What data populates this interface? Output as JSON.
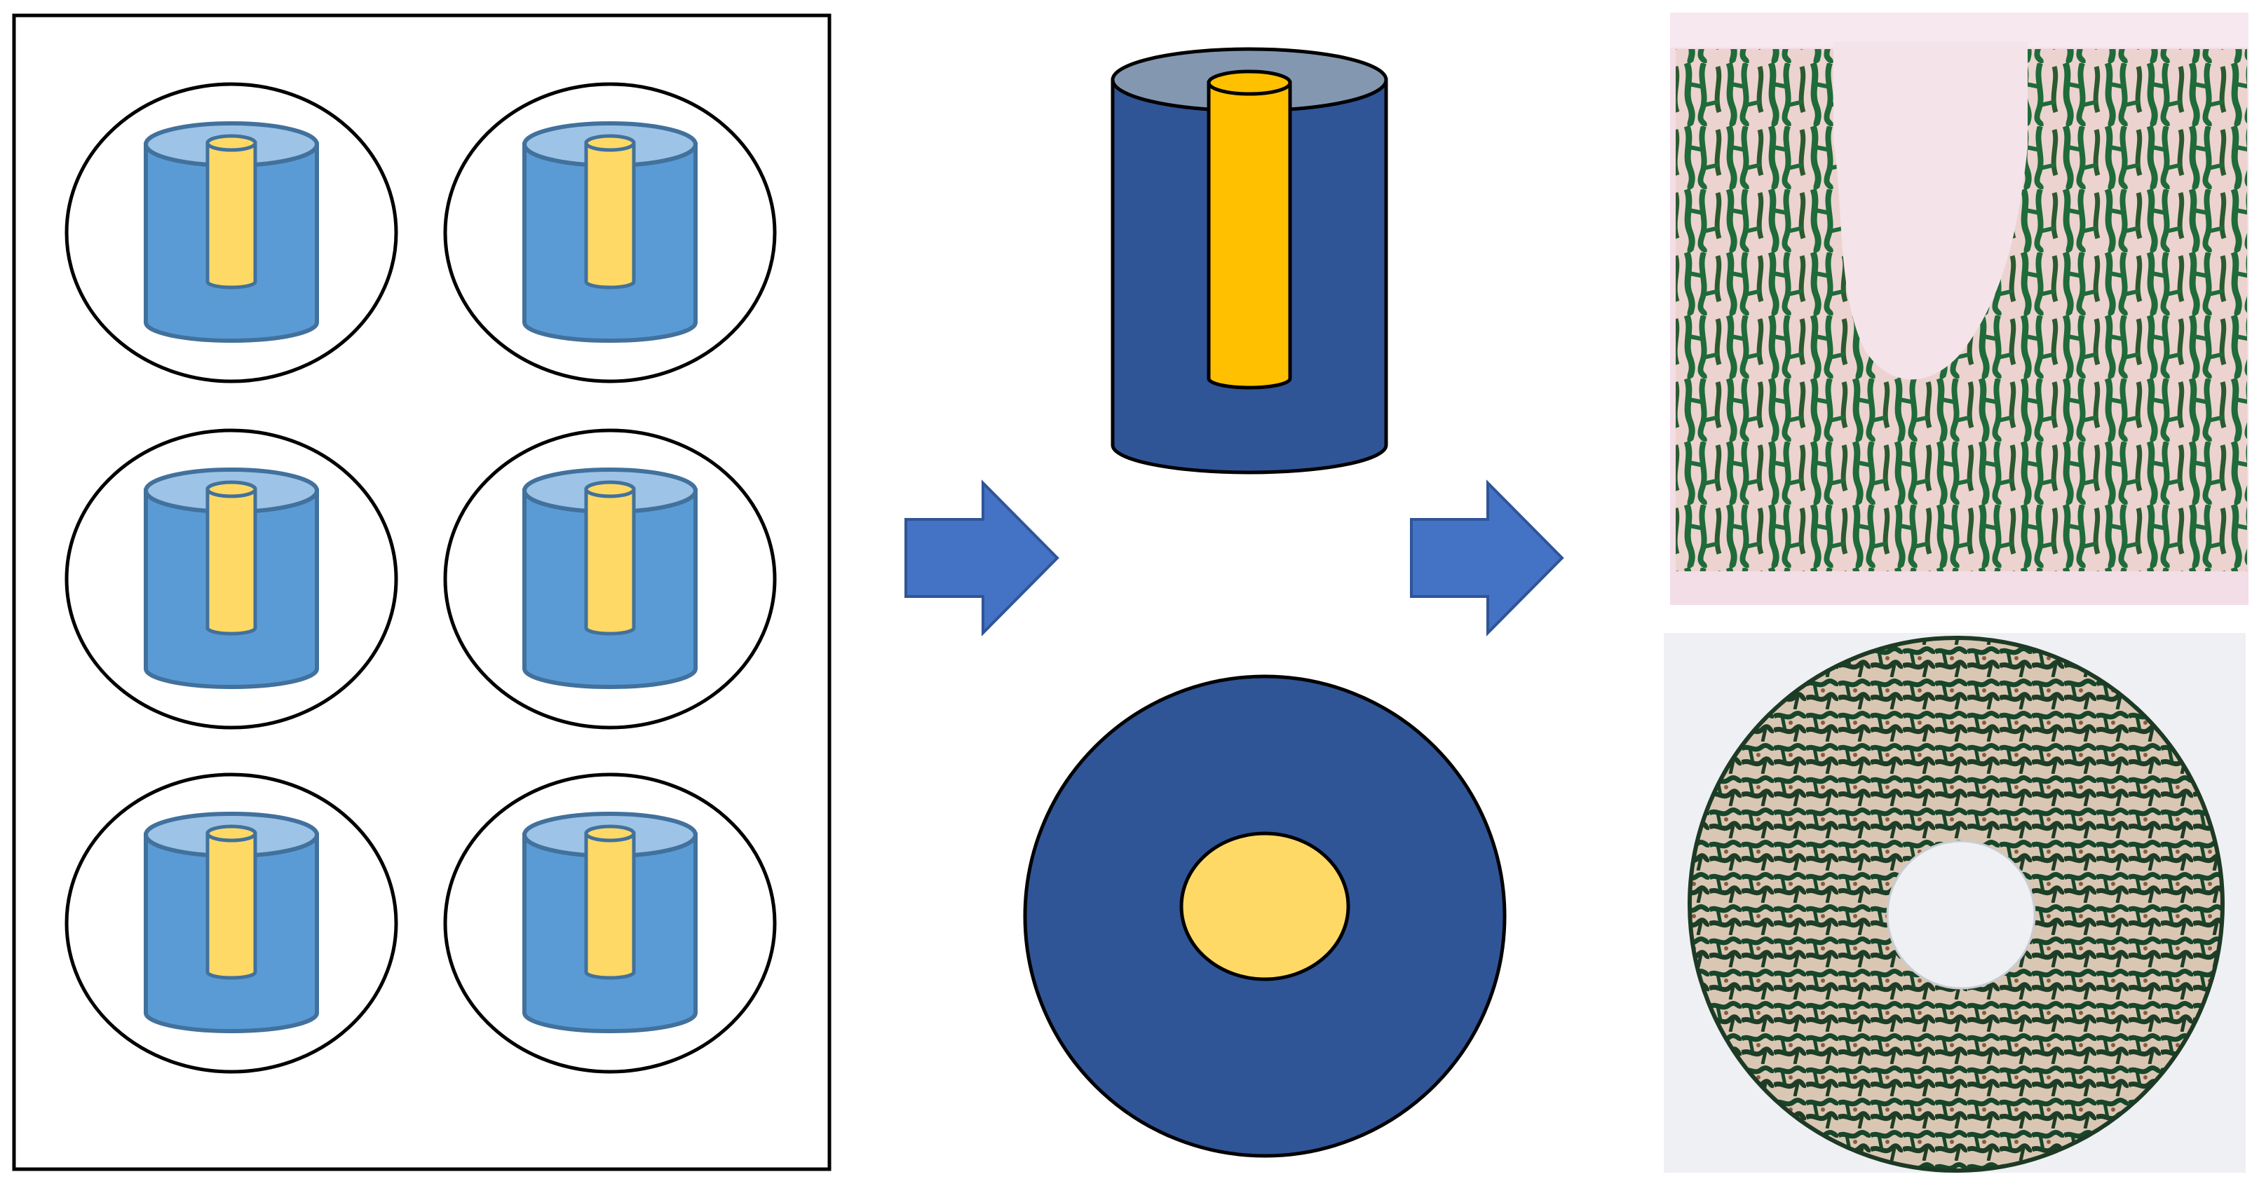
{
  "colors": {
    "background": "#ffffff",
    "outline": "#000000",
    "small_cylinder_body": "#5b9bd5",
    "small_cylinder_top": "#9dc3e6",
    "small_cylinder_stroke": "#41719c",
    "small_implant_fill": "#ffd966",
    "large_cylinder_body": "#2f5597",
    "large_cylinder_top": "#8497b0",
    "large_implant_fill": "#ffc000",
    "cross_section_outer": "#2f5597",
    "cross_section_inner": "#ffd966",
    "arrow_fill": "#4472c4",
    "arrow_stroke": "#2f5597",
    "histology_bone_stain": "#1f6b3a",
    "histology_background": "#f3dde6",
    "histology_defect": "#f7e9ee",
    "histology_slide_bg": "#eef0f3"
  },
  "diagram": {
    "panel_left": {
      "name": "sample-well-grid",
      "wells": [
        {
          "id": "well-1"
        },
        {
          "id": "well-2"
        },
        {
          "id": "well-3"
        },
        {
          "id": "well-4"
        },
        {
          "id": "well-5"
        },
        {
          "id": "well-6"
        }
      ]
    },
    "arrows": [
      {
        "id": "arrow-1",
        "direction": "right"
      },
      {
        "id": "arrow-2",
        "direction": "right"
      }
    ],
    "panel_middle": {
      "items": [
        "cylinder-with-implant-side-view",
        "cylinder-cross-section-top-view"
      ]
    },
    "panel_right": {
      "images": [
        "histology-longitudinal-section",
        "histology-transverse-section"
      ]
    }
  }
}
